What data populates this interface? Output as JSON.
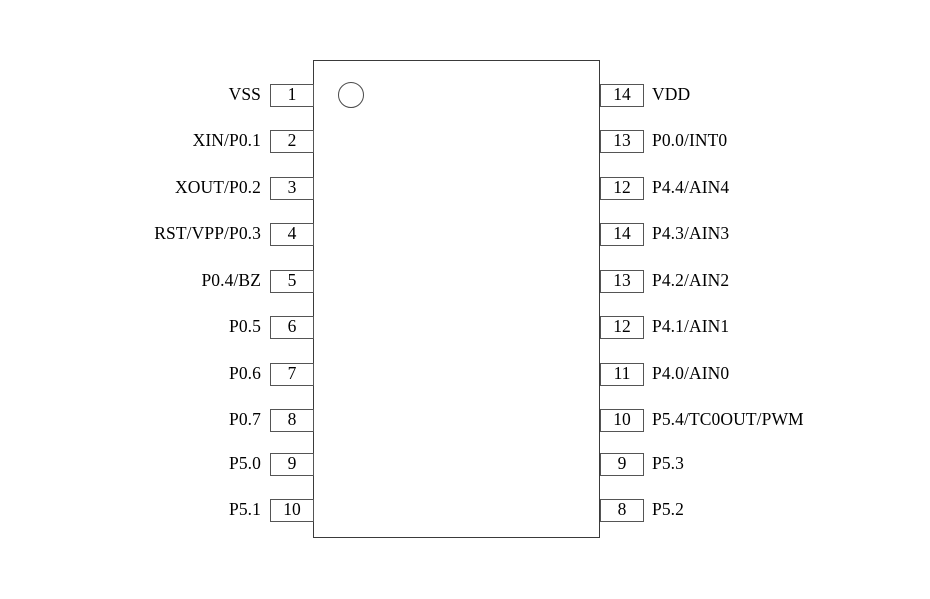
{
  "diagram": {
    "type": "ic-pinout",
    "package_pin_count": 14,
    "background_color": "#ffffff",
    "line_color": "#3a3a3a",
    "text_color": "#000000",
    "pin1_marker": "circle"
  },
  "pins": {
    "left": [
      {
        "number": "1",
        "label": "VSS"
      },
      {
        "number": "2",
        "label": "XIN/P0.1"
      },
      {
        "number": "3",
        "label": "XOUT/P0.2"
      },
      {
        "number": "4",
        "label": "RST/VPP/P0.3"
      },
      {
        "number": "5",
        "label": "P0.4/BZ"
      },
      {
        "number": "6",
        "label": "P0.5"
      },
      {
        "number": "7",
        "label": "P0.6"
      },
      {
        "number": "8",
        "label": "P0.7"
      },
      {
        "number": "9",
        "label": "P5.0"
      },
      {
        "number": "10",
        "label": "P5.1"
      }
    ],
    "right": [
      {
        "number": "14",
        "label": "VDD"
      },
      {
        "number": "13",
        "label": "P0.0/INT0"
      },
      {
        "number": "12",
        "label": "P4.4/AIN4"
      },
      {
        "number": "14",
        "label": "P4.3/AIN3"
      },
      {
        "number": "13",
        "label": "P4.2/AIN2"
      },
      {
        "number": "12",
        "label": "P4.1/AIN1"
      },
      {
        "number": "11",
        "label": "P4.0/AIN0"
      },
      {
        "number": "10",
        "label": "P5.4/TC0OUT/PWM"
      },
      {
        "number": "9",
        "label": "P5.3"
      },
      {
        "number": "8",
        "label": "P5.2"
      }
    ]
  }
}
